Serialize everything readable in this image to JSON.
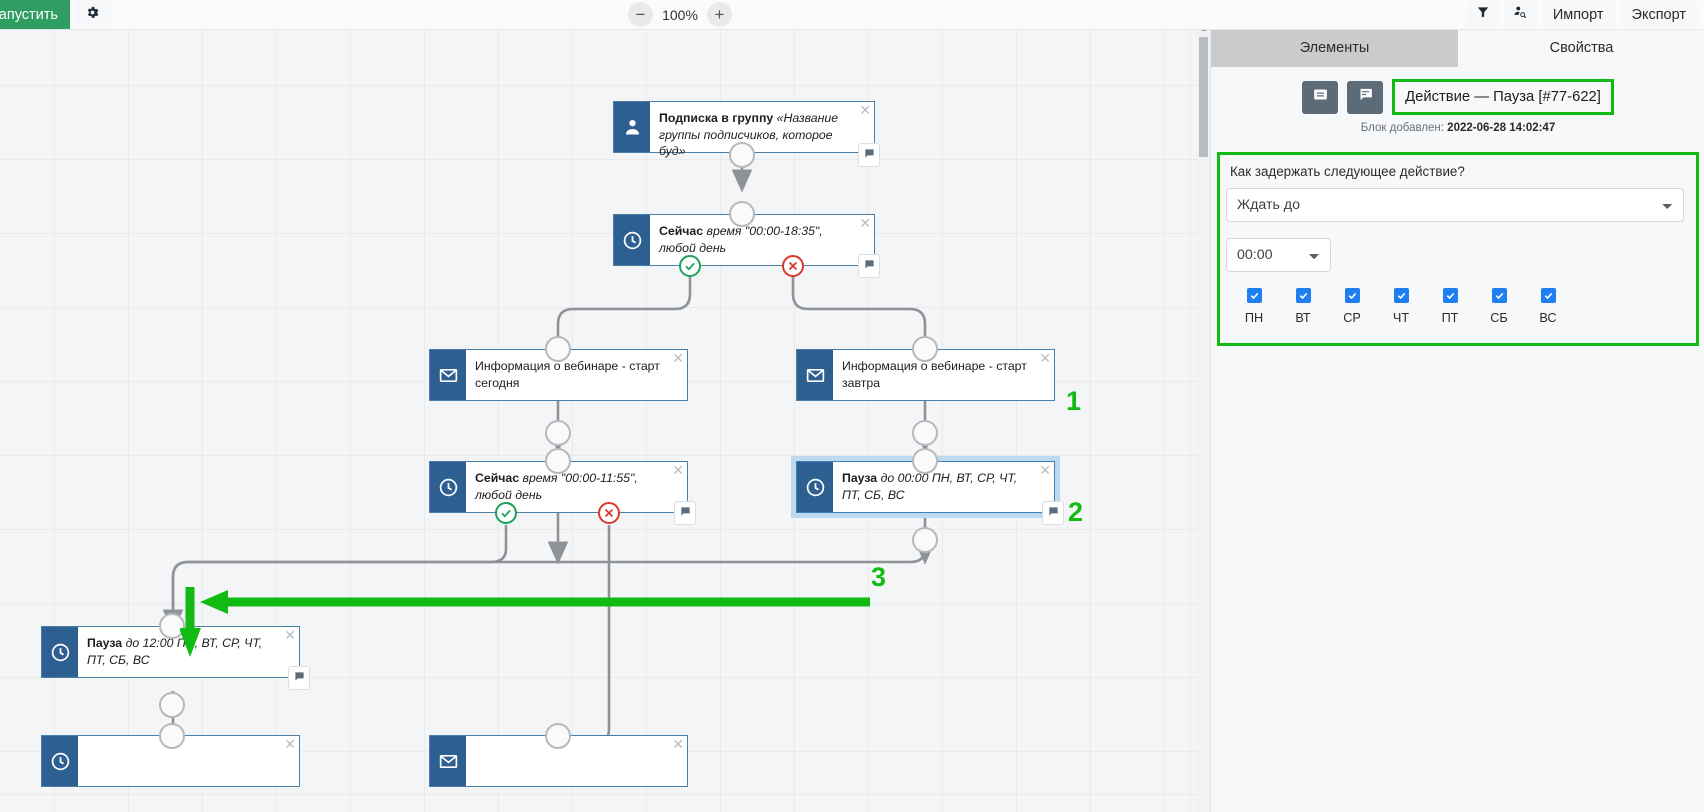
{
  "topbar": {
    "run_label": "Запустить",
    "gear_icon": "gear-icon",
    "zoom_out": "−",
    "zoom_level": "100%",
    "zoom_in": "+",
    "filter_icon": "filter-icon",
    "user_search_icon": "user-search-icon",
    "import_label": "Импорт",
    "export_label": "Экспорт"
  },
  "canvas": {
    "nodes": [
      {
        "id": "n1",
        "icon": "user-icon",
        "bold": "Подписка в группу",
        "italic": "«Название группы подписчиков, которое буд»"
      },
      {
        "id": "n2",
        "icon": "clock-icon",
        "bold": "Сейчас",
        "italic": "время \"00:00-18:35\", любой день"
      },
      {
        "id": "n3",
        "icon": "envelope-icon",
        "bold": "",
        "italic": "Информация о вебинаре - старт сегодня"
      },
      {
        "id": "n4",
        "icon": "envelope-icon",
        "bold": "",
        "italic": "Информация о вебинаре - старт завтра"
      },
      {
        "id": "n5",
        "icon": "clock-icon",
        "bold": "Сейчас",
        "italic": "время \"00:00-11:55\", любой день"
      },
      {
        "id": "n6",
        "icon": "clock-icon",
        "bold": "Пауза",
        "italic": "до 00:00 ПН, ВТ, СР, ЧТ, ПТ, СБ, ВС"
      },
      {
        "id": "n7",
        "icon": "clock-icon",
        "bold": "Пауза",
        "italic": "до 12:00 ПН, ВТ, СР, ЧТ, ПТ, СБ, ВС"
      }
    ],
    "close_glyph": "✕",
    "annotations": [
      {
        "id": "a1",
        "label": "1"
      },
      {
        "id": "a2",
        "label": "2"
      },
      {
        "id": "a3",
        "label": "3"
      }
    ],
    "annotation_color": "#11bb11"
  },
  "panel": {
    "tabs": [
      {
        "label": "Элементы",
        "active": true
      },
      {
        "label": "Свойства",
        "active": false
      }
    ],
    "icon_buttons": [
      "text-block-icon",
      "comment-icon"
    ],
    "block_title": "Действие — Пауза [#77-622]",
    "added_label": "Блок добавлен:",
    "added_value": "2022-06-28 14:02:47",
    "form": {
      "question": "Как задержать следующее действие?",
      "mode_value": "Ждать до",
      "time_value": "00:00",
      "days": [
        {
          "label": "ПН",
          "checked": true
        },
        {
          "label": "ВТ",
          "checked": true
        },
        {
          "label": "СР",
          "checked": true
        },
        {
          "label": "ЧТ",
          "checked": true
        },
        {
          "label": "ПТ",
          "checked": true
        },
        {
          "label": "СБ",
          "checked": true
        },
        {
          "label": "ВС",
          "checked": true
        }
      ]
    },
    "highlight_color": "#11bb11"
  }
}
